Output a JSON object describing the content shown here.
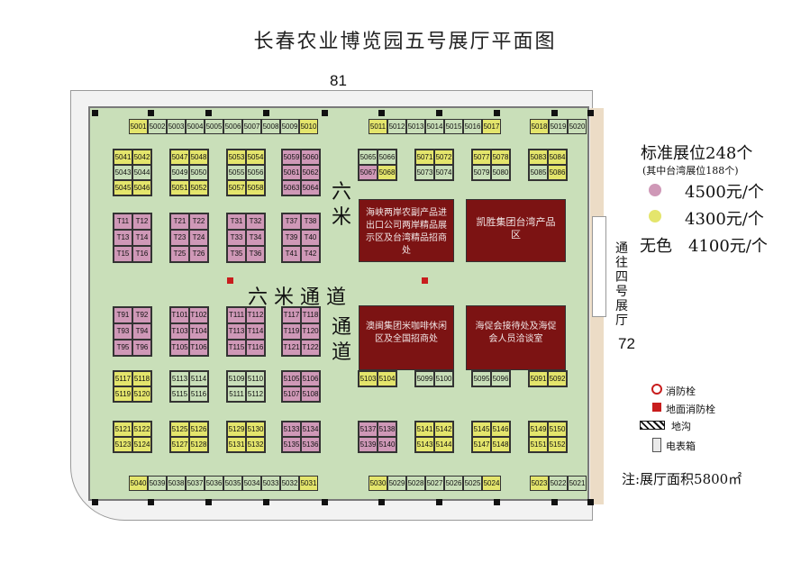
{
  "title": "长春农业博览园五号展厅平面图",
  "gates": {
    "top": "81",
    "right": "72"
  },
  "side_passage": {
    "label": "通往四号展厅"
  },
  "roads": {
    "horizontal": "六 米 通 道",
    "vertical_a": "六米",
    "vertical_b": "通道"
  },
  "legend": {
    "standard_booths": "标准展位248个",
    "taiwan_note": "(其中台湾展位188个)",
    "prices": [
      {
        "color": "#cf98b7",
        "label": "4500元/个"
      },
      {
        "color": "#e4e56c",
        "label": "4300元/个"
      },
      {
        "color": "none",
        "swatch_text": "无色",
        "label": "4100元/个"
      }
    ],
    "icons": [
      {
        "icon": "fire-hydrant-icon",
        "label": "消防栓"
      },
      {
        "icon": "ground-fire-hydrant-icon",
        "label": "地面消防栓"
      },
      {
        "icon": "ditch-icon",
        "label": "地沟"
      },
      {
        "icon": "electric-box-icon",
        "label": "电表箱"
      }
    ],
    "area_note": "注:展厅面积5800㎡"
  },
  "red_zones": [
    {
      "text": "海峡两岸农副产品进出口公司两岸精品展示区及台湾精品招商处"
    },
    {
      "text": "凯胜集团台湾产品区"
    },
    {
      "text": "澳闽集团米咖啡休闲区及全国招商处"
    },
    {
      "text": "海促会接待处及海促会人员洽谈室"
    }
  ],
  "top_row": [
    {
      "n": "5001",
      "c": "y"
    },
    {
      "n": "5002",
      "c": "n"
    },
    {
      "n": "5003",
      "c": "n"
    },
    {
      "n": "5004",
      "c": "n"
    },
    {
      "n": "5005",
      "c": "n"
    },
    {
      "n": "5006",
      "c": "n"
    },
    {
      "n": "5007",
      "c": "n"
    },
    {
      "n": "5008",
      "c": "n"
    },
    {
      "n": "5009",
      "c": "n"
    },
    {
      "n": "5010",
      "c": "y"
    },
    {
      "n": "5011",
      "c": "y"
    },
    {
      "n": "5012",
      "c": "n"
    },
    {
      "n": "5013",
      "c": "n"
    },
    {
      "n": "5014",
      "c": "n"
    },
    {
      "n": "5015",
      "c": "n"
    },
    {
      "n": "5016",
      "c": "n"
    },
    {
      "n": "5017",
      "c": "y"
    },
    {
      "n": "5018",
      "c": "y"
    },
    {
      "n": "5019",
      "c": "n"
    },
    {
      "n": "5020",
      "c": "n"
    }
  ],
  "bottom_row": [
    {
      "n": "5040",
      "c": "y"
    },
    {
      "n": "5039",
      "c": "n"
    },
    {
      "n": "5038",
      "c": "n"
    },
    {
      "n": "5037",
      "c": "n"
    },
    {
      "n": "5036",
      "c": "n"
    },
    {
      "n": "5035",
      "c": "n"
    },
    {
      "n": "5034",
      "c": "n"
    },
    {
      "n": "5033",
      "c": "n"
    },
    {
      "n": "5032",
      "c": "n"
    },
    {
      "n": "5031",
      "c": "y"
    },
    {
      "n": "5030",
      "c": "y"
    },
    {
      "n": "5029",
      "c": "n"
    },
    {
      "n": "5028",
      "c": "n"
    },
    {
      "n": "5027",
      "c": "n"
    },
    {
      "n": "5026",
      "c": "n"
    },
    {
      "n": "5025",
      "c": "n"
    },
    {
      "n": "5024",
      "c": "y"
    },
    {
      "n": "5023",
      "c": "y"
    },
    {
      "n": "5022",
      "c": "n"
    },
    {
      "n": "5021",
      "c": "n"
    }
  ],
  "upper_blocks": [
    {
      "cells": [
        {
          "n": "5041",
          "c": "y"
        },
        {
          "n": "5042",
          "c": "y"
        },
        {
          "n": "5043",
          "c": "n"
        },
        {
          "n": "5044",
          "c": "n"
        },
        {
          "n": "5045",
          "c": "y"
        },
        {
          "n": "5046",
          "c": "y"
        }
      ]
    },
    {
      "cells": [
        {
          "n": "5047",
          "c": "y"
        },
        {
          "n": "5048",
          "c": "y"
        },
        {
          "n": "5049",
          "c": "n"
        },
        {
          "n": "5050",
          "c": "n"
        },
        {
          "n": "5051",
          "c": "y"
        },
        {
          "n": "5052",
          "c": "y"
        }
      ]
    },
    {
      "cells": [
        {
          "n": "5053",
          "c": "y"
        },
        {
          "n": "5054",
          "c": "y"
        },
        {
          "n": "5055",
          "c": "n"
        },
        {
          "n": "5056",
          "c": "n"
        },
        {
          "n": "5057",
          "c": "y"
        },
        {
          "n": "5058",
          "c": "y"
        }
      ]
    },
    {
      "cells": [
        {
          "n": "5059",
          "c": "p"
        },
        {
          "n": "5060",
          "c": "p"
        },
        {
          "n": "5061",
          "c": "p"
        },
        {
          "n": "5062",
          "c": "p"
        },
        {
          "n": "5063",
          "c": "p"
        },
        {
          "n": "5064",
          "c": "p"
        }
      ]
    },
    {
      "cells": [
        {
          "n": "5065",
          "c": "n"
        },
        {
          "n": "5066",
          "c": "n"
        },
        {
          "n": "5067",
          "c": "p"
        },
        {
          "n": "5068",
          "c": "y"
        }
      ]
    },
    {
      "cells": [
        {
          "n": "5071",
          "c": "y"
        },
        {
          "n": "5072",
          "c": "y"
        },
        {
          "n": "5073",
          "c": "n"
        },
        {
          "n": "5074",
          "c": "n"
        }
      ]
    },
    {
      "cells": [
        {
          "n": "5077",
          "c": "y"
        },
        {
          "n": "5078",
          "c": "y"
        },
        {
          "n": "5079",
          "c": "n"
        },
        {
          "n": "5080",
          "c": "n"
        }
      ]
    },
    {
      "cells": [
        {
          "n": "5083",
          "c": "y"
        },
        {
          "n": "5084",
          "c": "y"
        },
        {
          "n": "5085",
          "c": "n"
        },
        {
          "n": "5086",
          "c": "y"
        }
      ]
    }
  ],
  "t_blocks_top": [
    {
      "cells": [
        "T11",
        "T12",
        "T13",
        "T14",
        "T15",
        "T16"
      ]
    },
    {
      "cells": [
        "T21",
        "T22",
        "T23",
        "T24",
        "T25",
        "T26"
      ]
    },
    {
      "cells": [
        "T31",
        "T32",
        "T33",
        "T34",
        "T35",
        "T36"
      ]
    },
    {
      "cells": [
        "T37",
        "T38",
        "T39",
        "T40",
        "T41",
        "T42"
      ]
    }
  ],
  "t_blocks_bottom": [
    {
      "cells": [
        "T91",
        "T92",
        "T93",
        "T94",
        "T95",
        "T96"
      ]
    },
    {
      "cells": [
        "T101",
        "T102",
        "T103",
        "T104",
        "T105",
        "T106"
      ]
    },
    {
      "cells": [
        "T111",
        "T112",
        "T113",
        "T114",
        "T115",
        "T116"
      ]
    },
    {
      "cells": [
        "T117",
        "T118",
        "T119",
        "T120",
        "T121",
        "T122"
      ]
    }
  ],
  "middle_blocks": [
    {
      "cells": [
        {
          "n": "5117",
          "c": "y"
        },
        {
          "n": "5118",
          "c": "y"
        },
        {
          "n": "5119",
          "c": "y"
        },
        {
          "n": "5120",
          "c": "y"
        }
      ]
    },
    {
      "cells": [
        {
          "n": "5113",
          "c": "n"
        },
        {
          "n": "5114",
          "c": "n"
        },
        {
          "n": "5115",
          "c": "n"
        },
        {
          "n": "5116",
          "c": "n"
        }
      ]
    },
    {
      "cells": [
        {
          "n": "5109",
          "c": "n"
        },
        {
          "n": "5110",
          "c": "n"
        },
        {
          "n": "5111",
          "c": "n"
        },
        {
          "n": "5112",
          "c": "n"
        }
      ]
    },
    {
      "cells": [
        {
          "n": "5105",
          "c": "p"
        },
        {
          "n": "5106",
          "c": "p"
        },
        {
          "n": "5107",
          "c": "p"
        },
        {
          "n": "5108",
          "c": "p"
        }
      ]
    },
    {
      "cells": [
        {
          "n": "5103",
          "c": "y"
        },
        {
          "n": "5104",
          "c": "y"
        }
      ]
    },
    {
      "cells": [
        {
          "n": "5099",
          "c": "n"
        },
        {
          "n": "5100",
          "c": "n"
        }
      ]
    },
    {
      "cells": [
        {
          "n": "5095",
          "c": "n"
        },
        {
          "n": "5096",
          "c": "n"
        }
      ]
    },
    {
      "cells": [
        {
          "n": "5091",
          "c": "y"
        },
        {
          "n": "5092",
          "c": "y"
        }
      ]
    }
  ],
  "lower_blocks": [
    {
      "cells": [
        {
          "n": "5121",
          "c": "y"
        },
        {
          "n": "5122",
          "c": "y"
        },
        {
          "n": "5123",
          "c": "y"
        },
        {
          "n": "5124",
          "c": "y"
        }
      ]
    },
    {
      "cells": [
        {
          "n": "5125",
          "c": "y"
        },
        {
          "n": "5126",
          "c": "y"
        },
        {
          "n": "5127",
          "c": "y"
        },
        {
          "n": "5128",
          "c": "y"
        }
      ]
    },
    {
      "cells": [
        {
          "n": "5129",
          "c": "y"
        },
        {
          "n": "5130",
          "c": "y"
        },
        {
          "n": "5131",
          "c": "y"
        },
        {
          "n": "5132",
          "c": "y"
        }
      ]
    },
    {
      "cells": [
        {
          "n": "5133",
          "c": "p"
        },
        {
          "n": "5134",
          "c": "p"
        },
        {
          "n": "5135",
          "c": "p"
        },
        {
          "n": "5136",
          "c": "p"
        }
      ]
    },
    {
      "cells": [
        {
          "n": "5137",
          "c": "p"
        },
        {
          "n": "5138",
          "c": "p"
        },
        {
          "n": "5139",
          "c": "p"
        },
        {
          "n": "5140",
          "c": "p"
        }
      ]
    },
    {
      "cells": [
        {
          "n": "5141",
          "c": "y"
        },
        {
          "n": "5142",
          "c": "y"
        },
        {
          "n": "5143",
          "c": "y"
        },
        {
          "n": "5144",
          "c": "y"
        }
      ]
    },
    {
      "cells": [
        {
          "n": "5145",
          "c": "y"
        },
        {
          "n": "5146",
          "c": "y"
        },
        {
          "n": "5147",
          "c": "y"
        },
        {
          "n": "5148",
          "c": "y"
        }
      ]
    },
    {
      "cells": [
        {
          "n": "5149",
          "c": "y"
        },
        {
          "n": "5150",
          "c": "y"
        },
        {
          "n": "5151",
          "c": "y"
        },
        {
          "n": "5152",
          "c": "y"
        }
      ]
    }
  ]
}
